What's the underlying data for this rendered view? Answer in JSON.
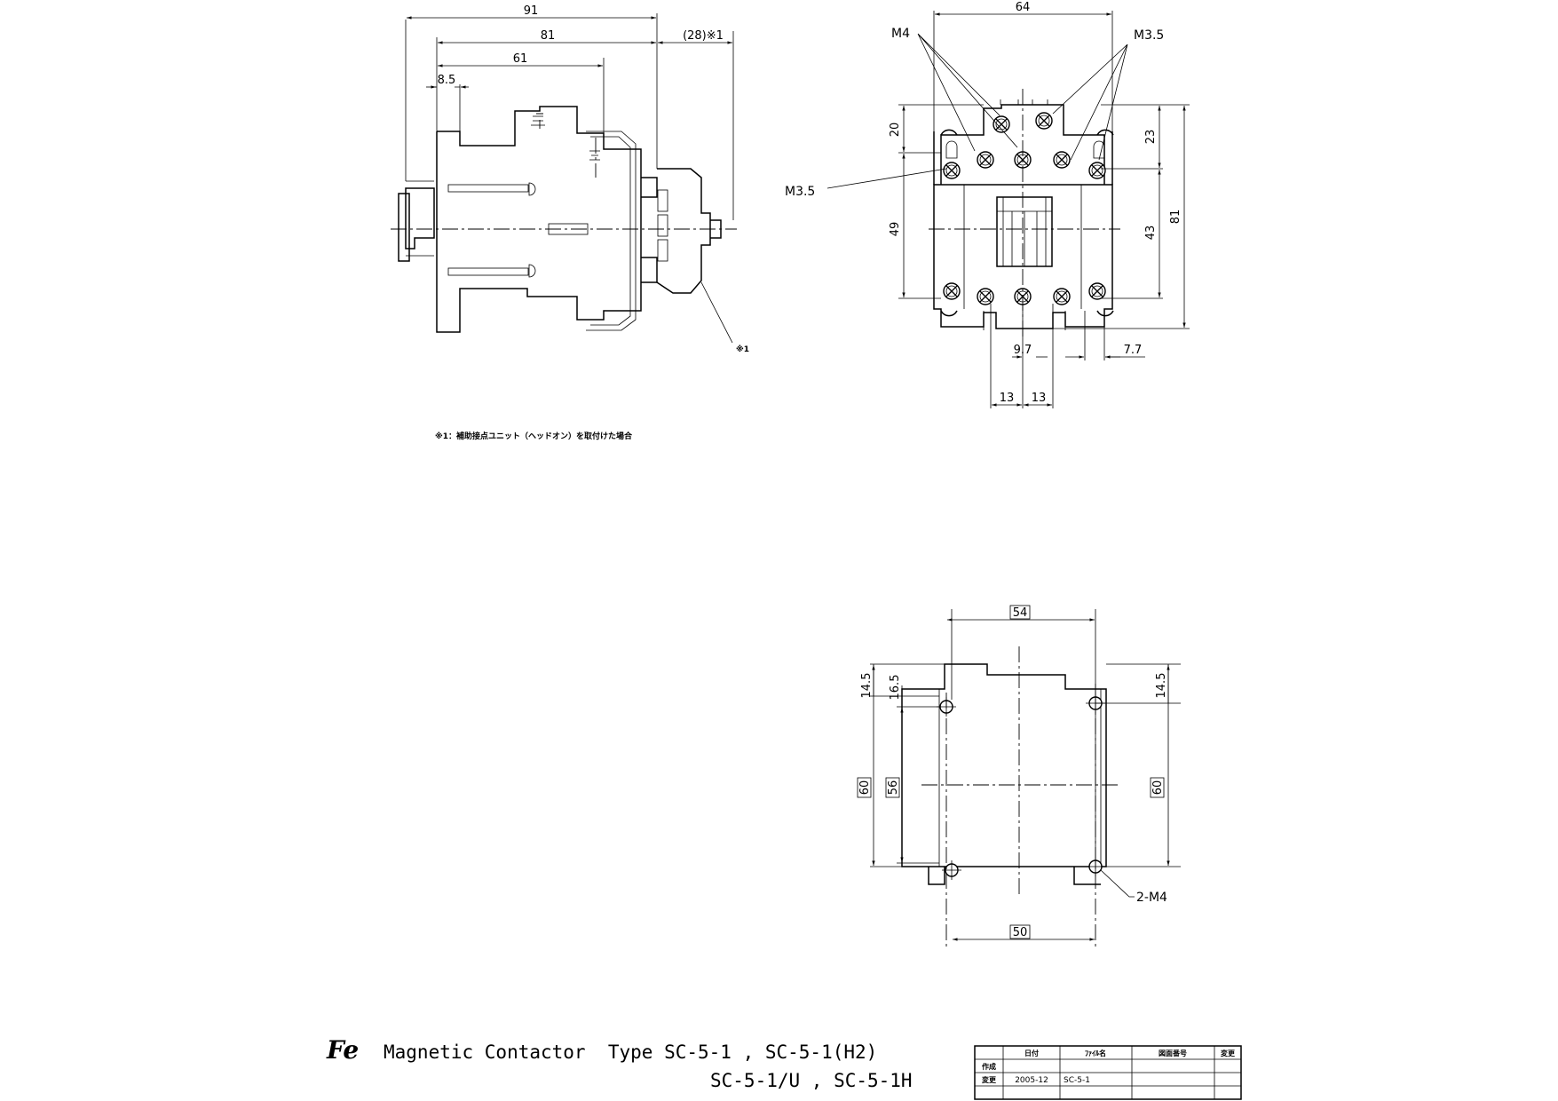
{
  "side_view": {
    "dims": {
      "d91": "91",
      "d81": "81",
      "d61": "61",
      "d8_5": "8.5",
      "d28": "(28)※1"
    },
    "callout": "※1"
  },
  "front_view": {
    "labels": {
      "m4": "M4",
      "m35_top": "M3.5",
      "m35_left": "M3.5"
    },
    "dims": {
      "d64": "64",
      "d20": "20",
      "d49": "49",
      "d23": "23",
      "d43": "43",
      "d81": "81",
      "d9_7": "9.7",
      "d7_7": "7.7",
      "d13a": "13",
      "d13b": "13"
    }
  },
  "footnote": "※1：補助接点ユニット（ヘッドオン）を取付けた場合",
  "mounting": {
    "dims": {
      "d54": "54",
      "d50": "50",
      "d14_5l": "14.5",
      "d16_5": "16.5",
      "d14_5r": "14.5",
      "d60l": "60",
      "d56": "56",
      "d60r": "60"
    },
    "hole_label": "2-M4"
  },
  "title": {
    "logo": "Fe",
    "line1": "Magnetic Contactor  Type SC-5-1 , SC-5-1(H2)",
    "line2": "SC-5-1/U , SC-5-1H"
  },
  "title_block": {
    "headers": [
      "日付",
      "ﾌｧｲﾙ名",
      "図面番号",
      "変更"
    ],
    "row1_label": "作成",
    "row2_label": "変更",
    "date": "2005-12",
    "file": "SC-5-1"
  }
}
